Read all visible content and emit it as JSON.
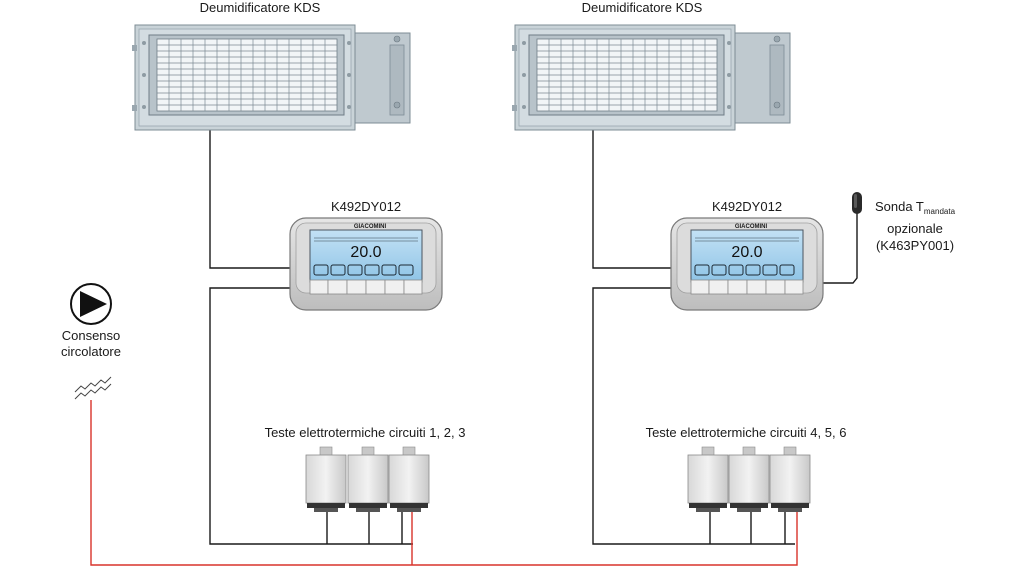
{
  "units": [
    {
      "title": "Deumidificatore KDS",
      "controller": "K492DY012",
      "display_value": "20.0",
      "brand": "GIACOMINI",
      "valves_label": "Teste elettrotermiche circuiti 1, 2, 3"
    },
    {
      "title": "Deumidificatore KDS",
      "controller": "K492DY012",
      "display_value": "20.0",
      "brand": "GIACOMINI",
      "valves_label": "Teste elettrotermiche circuiti 4, 5, 6"
    }
  ],
  "probe": {
    "line1": "Sonda T",
    "sub": "mandata",
    "line2": "opzionale",
    "line3": "(K463PY001)"
  },
  "pump": {
    "line1": "Consenso",
    "line2": "circolatore"
  },
  "colors": {
    "wire": "#1a1a1a",
    "signal_wire": "#d9342b",
    "device_body": "#c9d3d8",
    "grille": "#aeb9c0",
    "controller": "#d9d9d9",
    "lcd": "#a9d2ee"
  }
}
